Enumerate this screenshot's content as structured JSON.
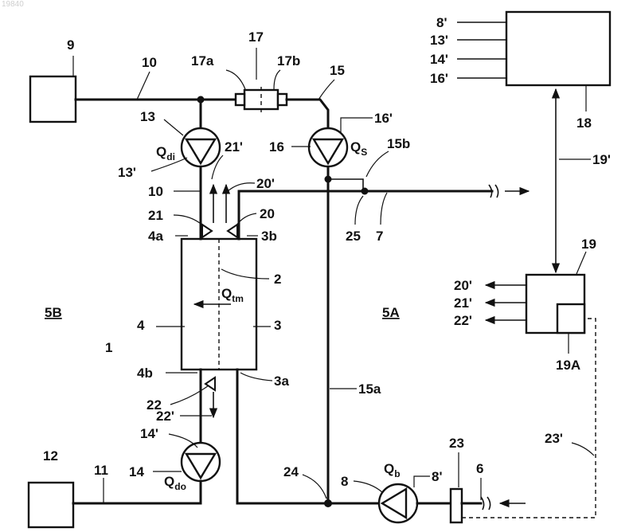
{
  "corner_id": "19840",
  "labels": {
    "n9": "9",
    "n10": "10",
    "n10b": "10",
    "n11": "11",
    "n12": "12",
    "n13": "13",
    "n13p": "13'",
    "n14": "14",
    "n14p": "14'",
    "n15": "15",
    "n15a": "15a",
    "n15b": "15b",
    "n16": "16",
    "n16p": "16'",
    "n17": "17",
    "n17a": "17a",
    "n17b": "17b",
    "n18": "18",
    "n19": "19",
    "n19p": "19'",
    "n19A": "19A",
    "n20": "20",
    "n20p": "20'",
    "n21": "21",
    "n21p": "21'",
    "n22": "22",
    "n22p": "22'",
    "n23": "23",
    "n23p": "23'",
    "n24": "24",
    "n25": "25",
    "n6": "6",
    "n7": "7",
    "n8": "8",
    "n8p": "8'",
    "n1": "1",
    "n2": "2",
    "n3": "3",
    "n3a": "3a",
    "n3b": "3b",
    "n4": "4",
    "n4a": "4a",
    "n4b": "4b",
    "r8p": "8'",
    "r13p": "13'",
    "r14p": "14'",
    "r16p": "16'",
    "o20p": "20'",
    "o21p": "21'",
    "o22p": "22'"
  },
  "flows": {
    "qdi": {
      "main": "Q",
      "sub": "di"
    },
    "qs": {
      "main": "Q",
      "sub": "S"
    },
    "qtm": {
      "main": "Q",
      "sub": "tm"
    },
    "qdo": {
      "main": "Q",
      "sub": "do"
    },
    "qb": {
      "main": "Q",
      "sub": "b"
    }
  },
  "sides": {
    "left": "5B",
    "right": "5A"
  }
}
